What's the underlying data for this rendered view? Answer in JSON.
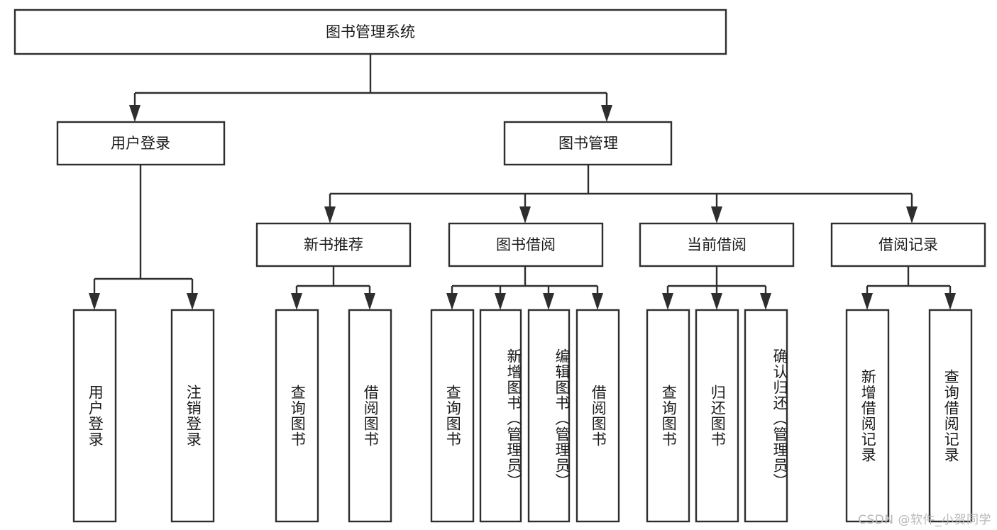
{
  "diagram": {
    "title": "图书管理系统",
    "type": "hierarchy-tree",
    "watermark": "CSDN @软件_小贺同学",
    "colors": {
      "stroke": "#2e2e2e",
      "fill": "#ffffff",
      "text": "#1a1a1a",
      "watermark": "#b8b8b8",
      "background": "#ffffff"
    },
    "levels": {
      "root": {
        "label": "图书管理系统"
      },
      "level2": [
        {
          "label": "用户登录"
        },
        {
          "label": "图书管理"
        }
      ],
      "level3": [
        {
          "label": "新书推荐"
        },
        {
          "label": "图书借阅"
        },
        {
          "label": "当前借阅"
        },
        {
          "label": "借阅记录"
        }
      ],
      "leaves": [
        {
          "label": "用户登录",
          "parent": "用户登录"
        },
        {
          "label": "注销登录",
          "parent": "用户登录"
        },
        {
          "label": "查询图书",
          "parent": "新书推荐"
        },
        {
          "label": "借阅图书",
          "parent": "新书推荐"
        },
        {
          "label": "查询图书",
          "parent": "图书借阅"
        },
        {
          "label": "新增图书（管理员）",
          "parent": "图书借阅"
        },
        {
          "label": "编辑图书（管理员）",
          "parent": "图书借阅"
        },
        {
          "label": "借阅图书",
          "parent": "图书借阅"
        },
        {
          "label": "查询图书",
          "parent": "当前借阅"
        },
        {
          "label": "归还图书",
          "parent": "当前借阅"
        },
        {
          "label": "确认归还（管理员）",
          "parent": "当前借阅"
        },
        {
          "label": "新增借阅记录",
          "parent": "借阅记录"
        },
        {
          "label": "查询借阅记录",
          "parent": "借阅记录"
        }
      ]
    }
  }
}
